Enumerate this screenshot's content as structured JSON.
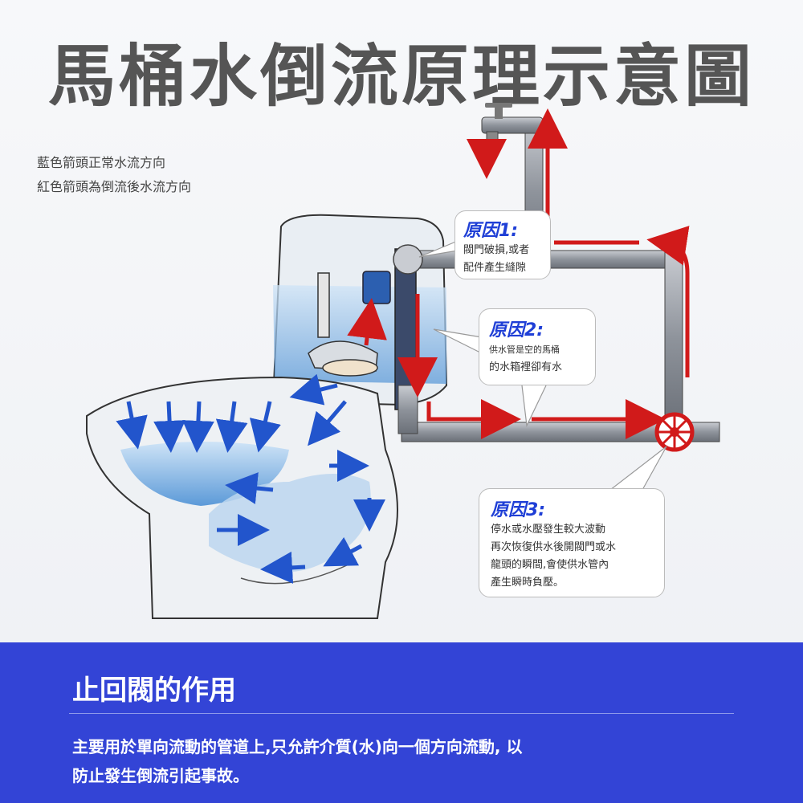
{
  "title": "馬桶水倒流原理示意圖",
  "legend": {
    "line1": "藍色箭頭正常水流方向",
    "line2": "紅色箭頭為倒流後水流方向"
  },
  "reasons": [
    {
      "title": "原因1:",
      "lines": [
        "閥門破損,或者",
        "配件產生縫隙"
      ]
    },
    {
      "title": "原因2:",
      "lines": [
        "供水管是空的馬桶",
        "的水箱裡卻有水"
      ]
    },
    {
      "title": "原因3:",
      "lines": [
        "停水或水壓發生較大波動",
        "再次恢復供水後開閥門或水",
        "龍頭的瞬間,會使供水管內",
        "產生瞬時負壓。"
      ]
    }
  ],
  "bottom": {
    "title": "止回閥的作用",
    "text1": "主要用於單向流動的管道上,只允許介質(水)向一個方向流動, 以",
    "text2": "防止發生倒流引起事故。"
  },
  "colors": {
    "normal_flow": "#2255cc",
    "backflow": "#d11a1a",
    "banner": "#3344d6",
    "accent_title": "#1f3fd6"
  }
}
